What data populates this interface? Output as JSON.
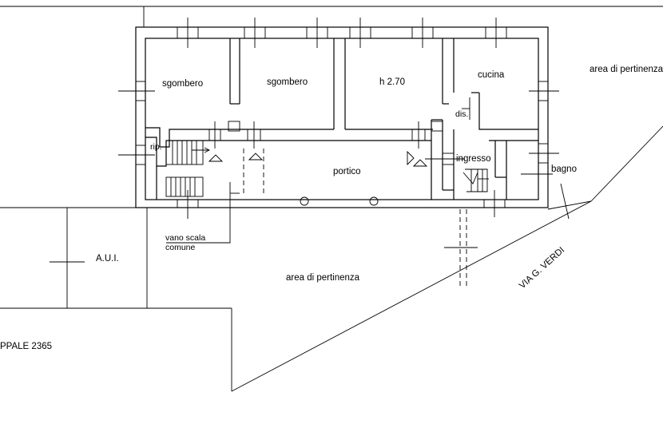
{
  "rooms": {
    "sgombero_1": "sgombero",
    "sgombero_2": "sgombero",
    "room_height": "h 2.70",
    "cucina": "cucina",
    "dis": "dis.",
    "rip": "rip.",
    "ingresso": "ingresso",
    "bagno": "bagno",
    "portico": "portico"
  },
  "labels": {
    "vano_scala_line1": "vano scala",
    "vano_scala_line2": "comune",
    "aui": "A.U.I.",
    "area_pertinenza_right": "area di pertinenza",
    "area_pertinenza_bottom": "area di pertinenza",
    "street": "VIA G. VERDI",
    "parcel": "PPALE 2365"
  }
}
